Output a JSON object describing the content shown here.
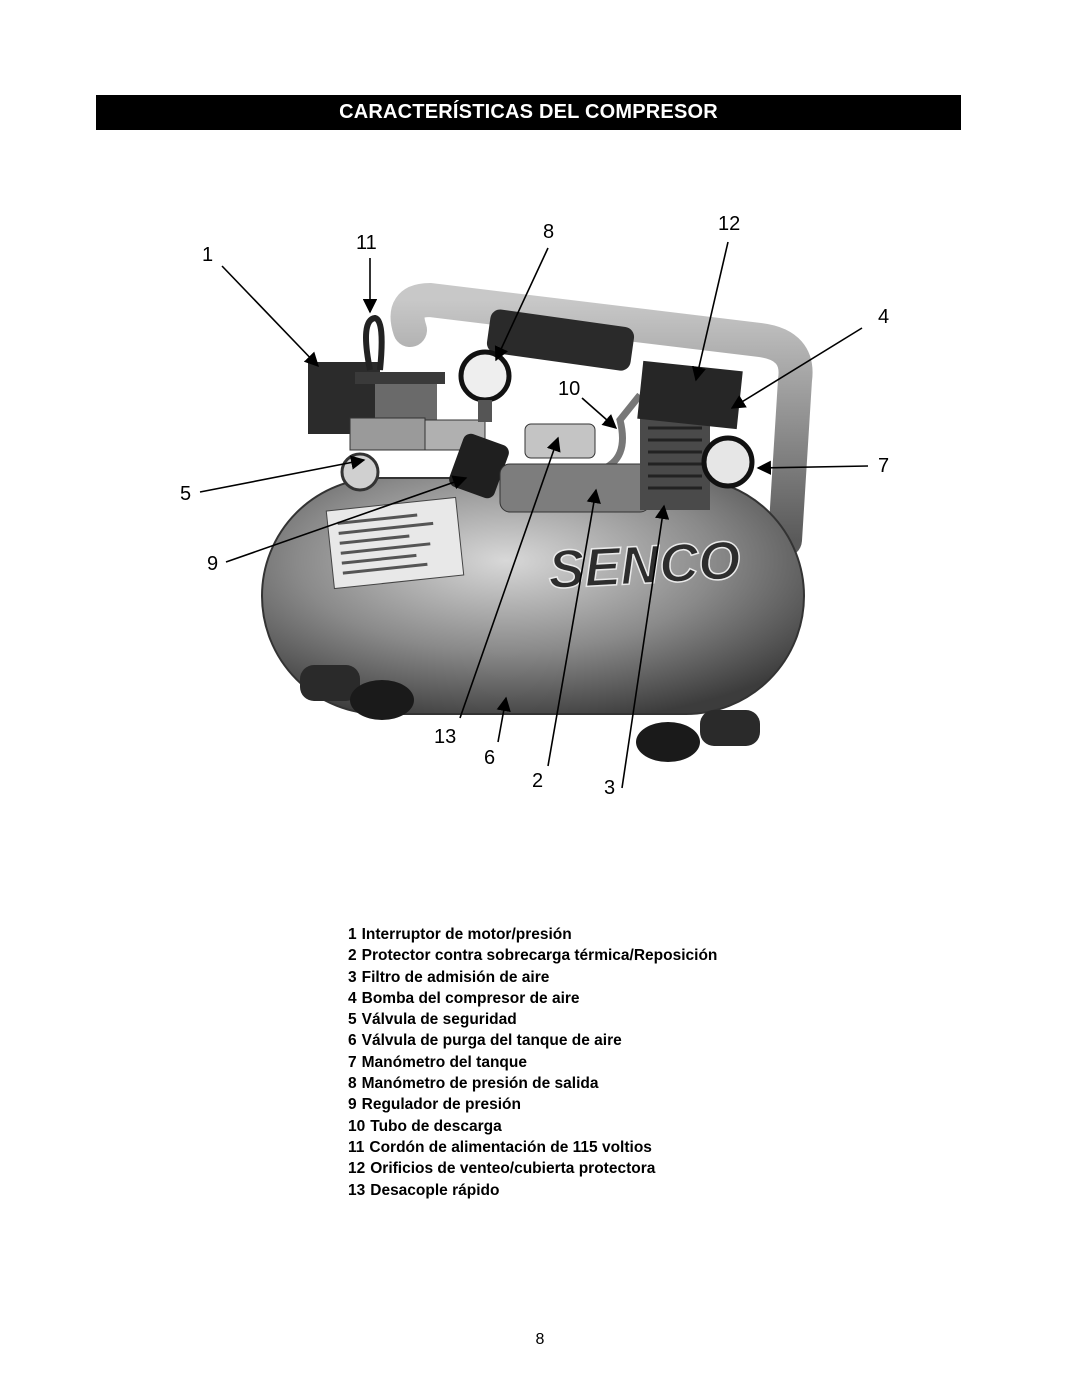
{
  "title": "CARACTERÍSTICAS DEL COMPRESOR",
  "figure": {
    "brand": "SENCO",
    "callouts": [
      "1",
      "11",
      "8",
      "12",
      "4",
      "10",
      "7",
      "5",
      "9",
      "13",
      "6",
      "2",
      "3"
    ]
  },
  "legend": [
    {
      "num": "1",
      "text": "Interruptor de motor/presión"
    },
    {
      "num": "2",
      "text": "Protector contra sobrecarga térmica/Reposición"
    },
    {
      "num": "3",
      "text": "Filtro de admisión de aire"
    },
    {
      "num": "4",
      "text": "Bomba del compresor de aire"
    },
    {
      "num": "5",
      "text": "Válvula de seguridad"
    },
    {
      "num": "6",
      "text": "Válvula de purga del tanque de aire"
    },
    {
      "num": "7",
      "text": "Manómetro del tanque"
    },
    {
      "num": "8",
      "text": "Manómetro de presión de salida"
    },
    {
      "num": "9",
      "text": "Regulador de presión"
    },
    {
      "num": "10",
      "text": "Tubo de descarga"
    },
    {
      "num": "11",
      "text": "Cordón de alimentación de 115 voltios"
    },
    {
      "num": "12",
      "text": "Orificios de venteo/cubierta protectora"
    },
    {
      "num": "13",
      "text": "Desacople rápido"
    }
  ],
  "page_number": "8"
}
